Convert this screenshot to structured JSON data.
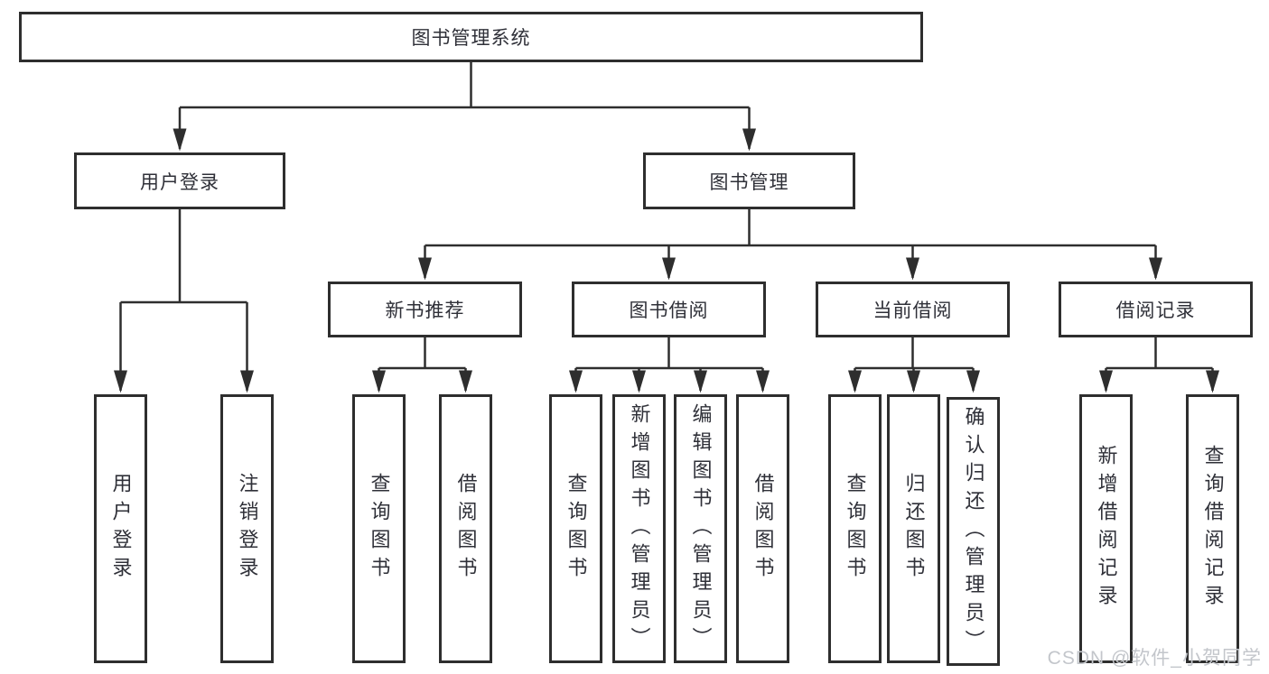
{
  "colors": {
    "line": "#2e2e2e",
    "box_border": "#2e2e2e",
    "text": "#2f3038",
    "watermark": "#c3c6cb",
    "background": "#ffffff"
  },
  "tree": {
    "root": {
      "label": "图书管理系统"
    },
    "branches": [
      {
        "label": "用户登录",
        "children": [
          {
            "label": "用户登录"
          },
          {
            "label": "注销登录"
          }
        ]
      },
      {
        "label": "图书管理",
        "children": [
          {
            "label": "新书推荐",
            "children": [
              {
                "label": "查询图书"
              },
              {
                "label": "借阅图书"
              }
            ]
          },
          {
            "label": "图书借阅",
            "children": [
              {
                "label": "查询图书"
              },
              {
                "label": "新增图书（管理员）"
              },
              {
                "label": "编辑图书（管理员）"
              },
              {
                "label": "借阅图书"
              }
            ]
          },
          {
            "label": "当前借阅",
            "children": [
              {
                "label": "查询图书"
              },
              {
                "label": "归还图书"
              },
              {
                "label": "确认归还（管理员）"
              }
            ]
          },
          {
            "label": "借阅记录",
            "children": [
              {
                "label": "新增借阅记录"
              },
              {
                "label": "查询借阅记录"
              }
            ]
          }
        ]
      }
    ]
  },
  "watermark": "CSDN @软件_小贺同学"
}
